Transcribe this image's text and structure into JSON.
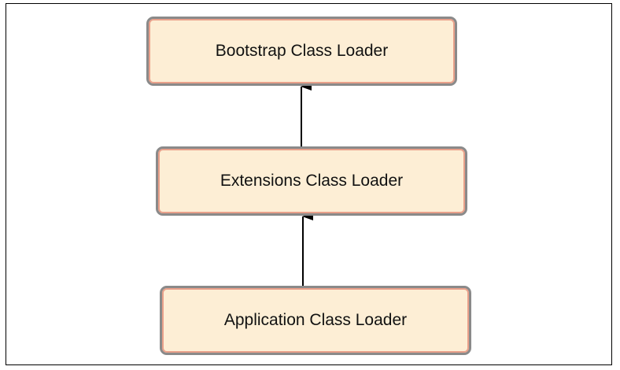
{
  "nodes": {
    "bootstrap": "Bootstrap Class Loader",
    "extensions": "Extensions Class Loader",
    "application": "Application Class Loader"
  },
  "edges": [
    {
      "from": "application",
      "to": "extensions"
    },
    {
      "from": "extensions",
      "to": "bootstrap"
    }
  ],
  "colors": {
    "node_fill": "#fdeed5",
    "node_border": "#8a8a8a",
    "node_inner_border": "#e9a08a",
    "arrow": "#000000"
  }
}
